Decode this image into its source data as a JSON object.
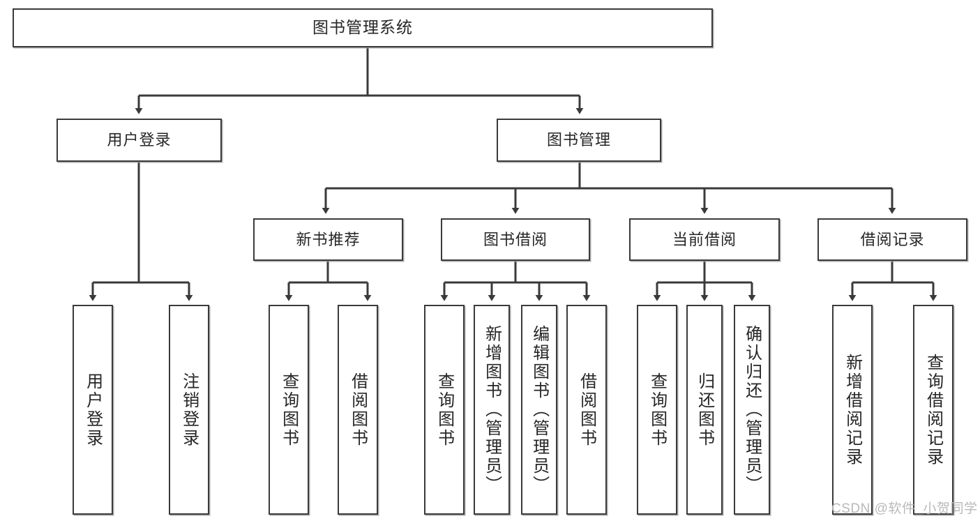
{
  "diagram": {
    "title": "图书管理系统",
    "type": "tree-hierarchy",
    "root": {
      "label": "图书管理系统"
    },
    "level2": [
      {
        "label": "用户登录"
      },
      {
        "label": "图书管理"
      }
    ],
    "level3": [
      {
        "label": "新书推荐"
      },
      {
        "label": "图书借阅"
      },
      {
        "label": "当前借阅"
      },
      {
        "label": "借阅记录"
      }
    ],
    "leaves": {
      "user_login": [
        {
          "label": "用户登录"
        },
        {
          "label": "注销登录"
        }
      ],
      "new_book_recommend": [
        {
          "label": "查询图书"
        },
        {
          "label": "借阅图书"
        }
      ],
      "book_borrow": [
        {
          "label": "查询图书"
        },
        {
          "label": "新增图书（管理员）"
        },
        {
          "label": "编辑图书（管理员）"
        },
        {
          "label": "借阅图书"
        }
      ],
      "current_borrow": [
        {
          "label": "查询图书"
        },
        {
          "label": "归还图书"
        },
        {
          "label": "确认归还（管理员）"
        }
      ],
      "borrow_records": [
        {
          "label": "新增借阅记录"
        },
        {
          "label": "查询借阅记录"
        }
      ]
    }
  },
  "watermark": {
    "text": "CSDN @软件_小贺同学"
  },
  "colors": {
    "border": "#3a3a3a",
    "background": "#ffffff",
    "text": "#262626",
    "watermark": "#b9b9b9"
  }
}
